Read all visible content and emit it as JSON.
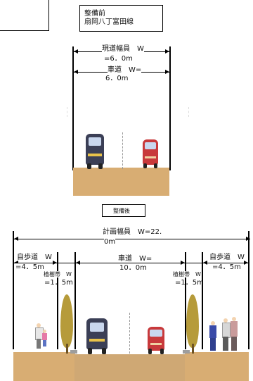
{
  "before": {
    "title": "整備前",
    "subtitle": "扇岡八丁富田線",
    "dim_road_width": "現道幅員　W",
    "dim_road_value": "=6．0m",
    "dim_carriageway": "車道　W=",
    "dim_carriageway_value": "6．0m"
  },
  "after": {
    "title": "整備後",
    "dim_planned_width": "計画幅員　W=22.",
    "dim_planned_width_cont": "0m",
    "left_sidewalk": "自歩道　W",
    "left_sidewalk_value": "=4．5m",
    "left_planting": "植樹帯　W",
    "left_planting_value": "=1．5m",
    "carriageway": "車道　W=",
    "carriageway_value": "10．0m",
    "right_planting": "植樹帯　W",
    "right_planting_value": "=1．5m",
    "right_sidewalk": "自歩道　W",
    "right_sidewalk_value": "=4．5m"
  },
  "colors": {
    "ground": "#d8ad73",
    "car_dark": "#3b3f56",
    "car_red": "#c8393b",
    "tree": "#b69b3a"
  }
}
